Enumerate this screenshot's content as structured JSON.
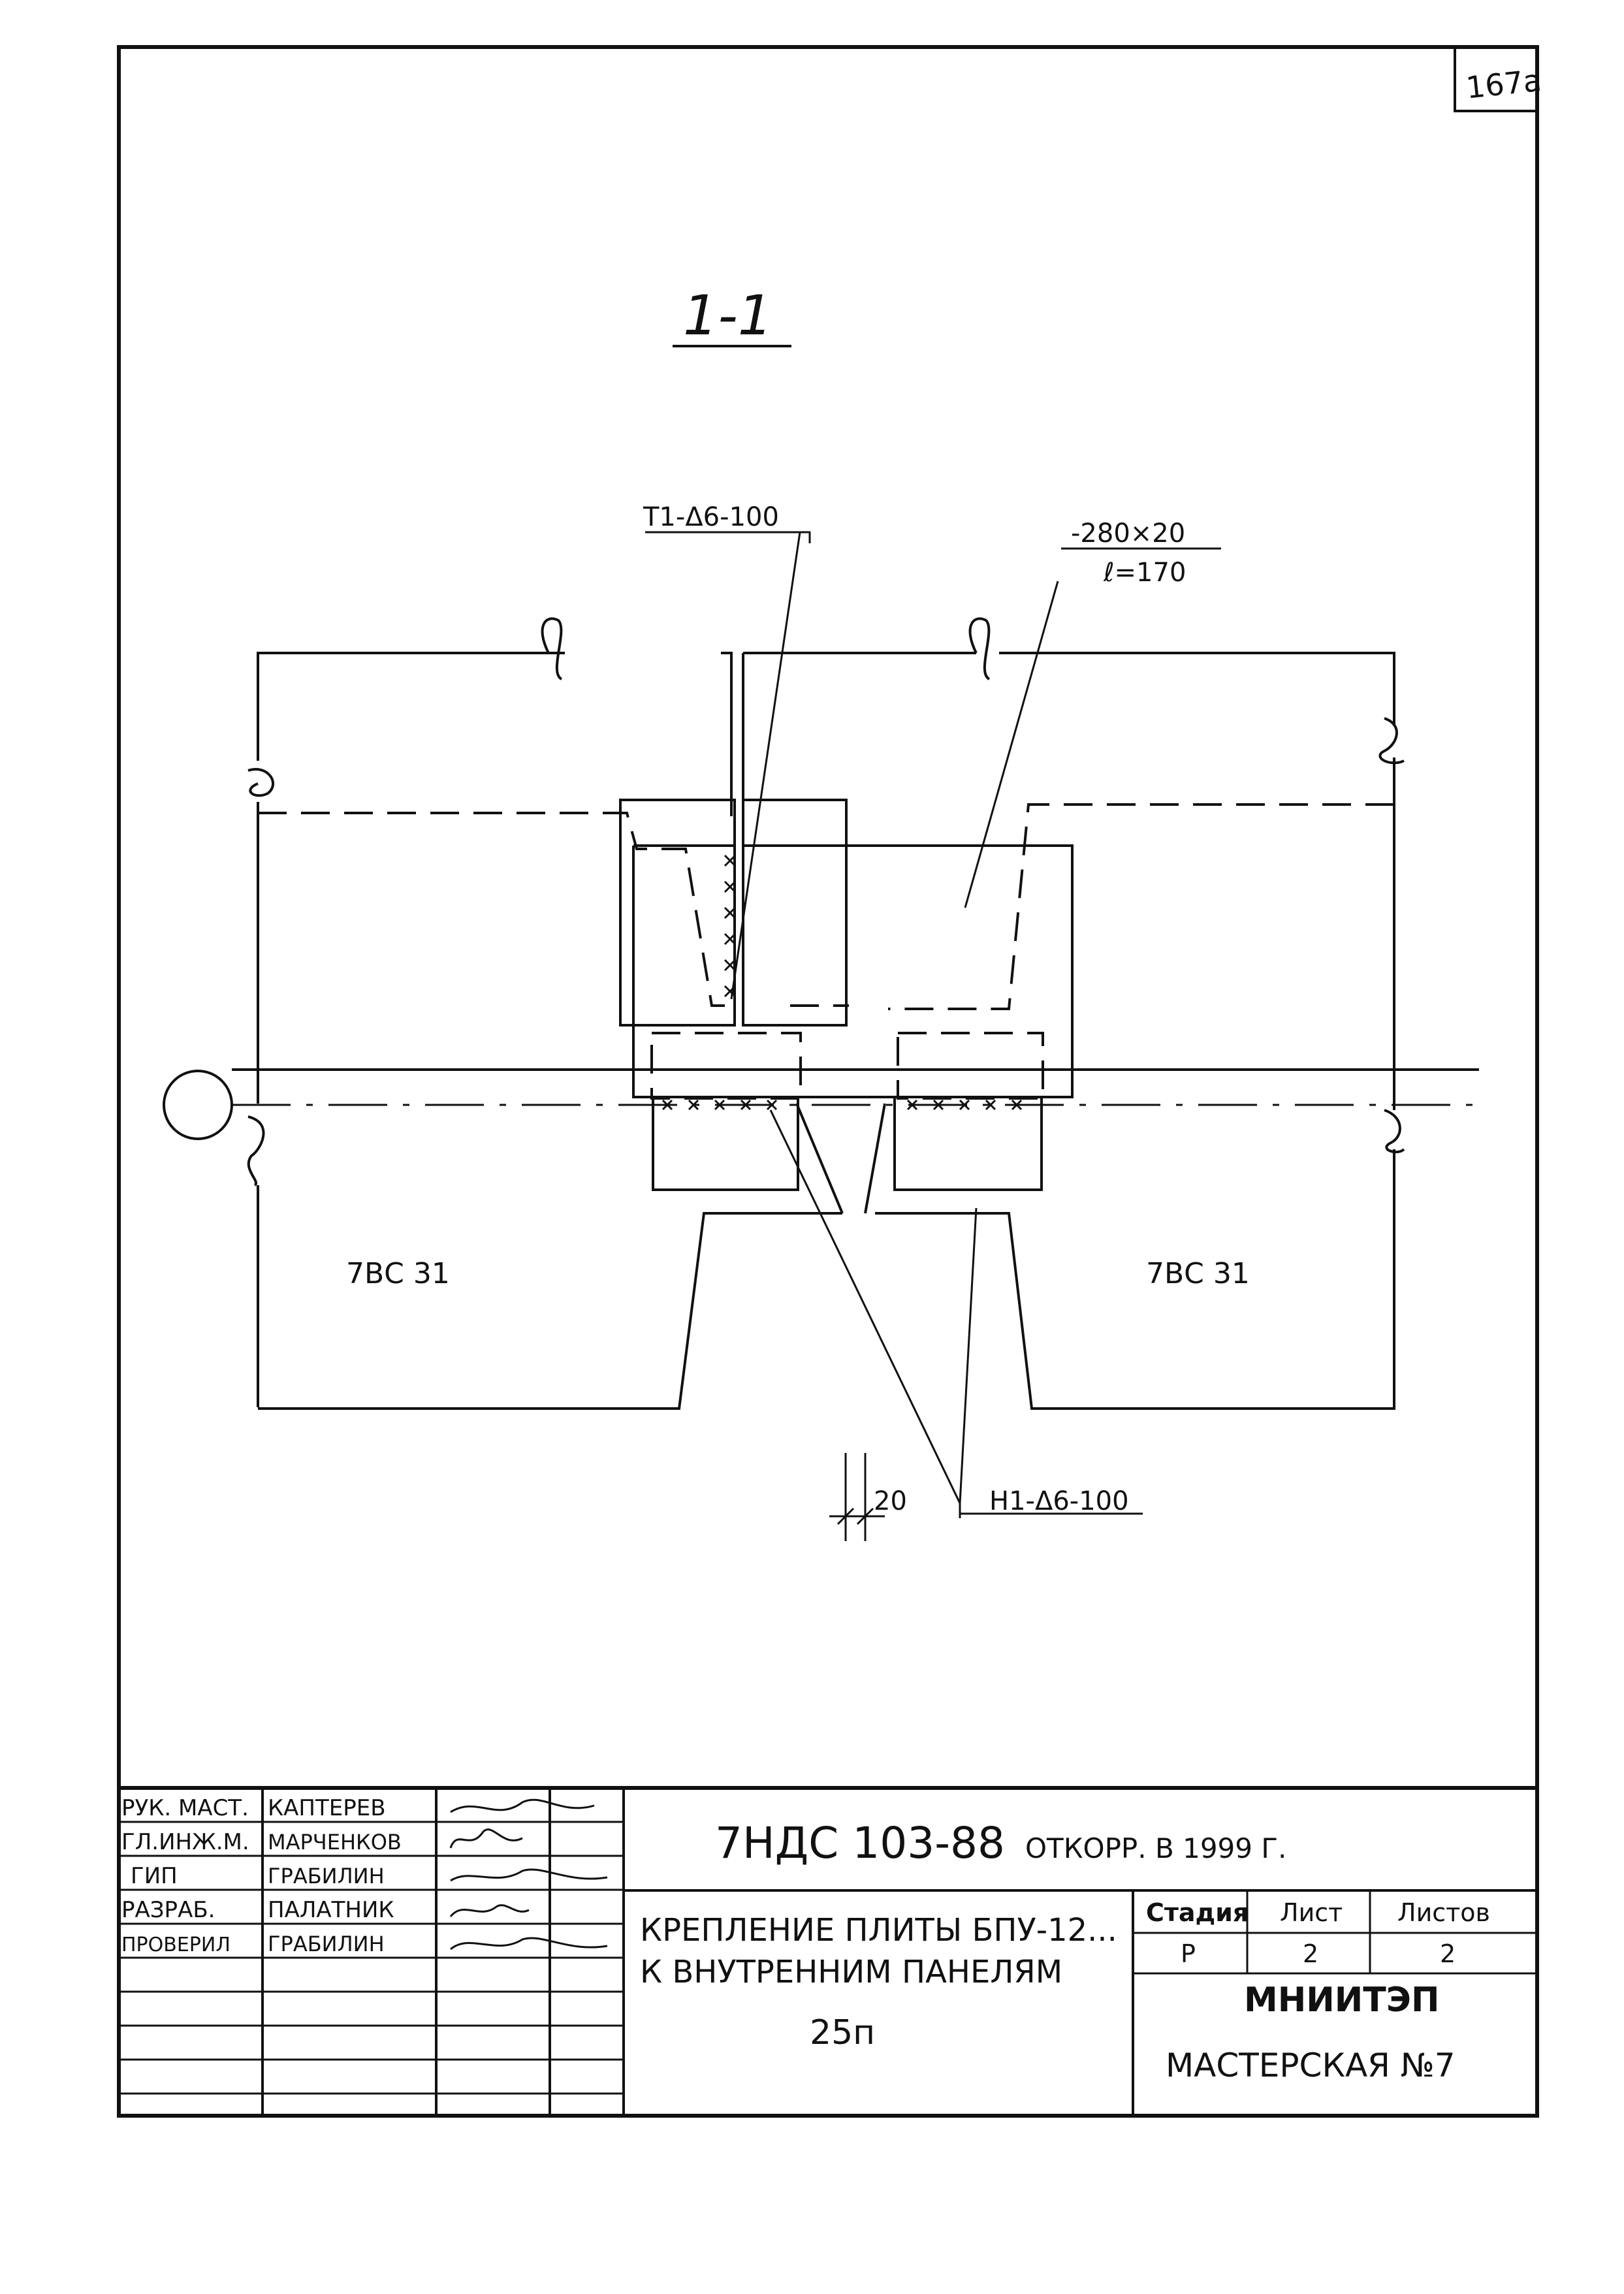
{
  "sheet_number": "167a",
  "section_title": "1-1",
  "callouts": {
    "top_left": "Т1-Δ6-100",
    "plate_dim": "-280×20",
    "plate_len": "ℓ=170",
    "bottom": "Н1-Δ6-100",
    "gap_dim": "20"
  },
  "panels": {
    "left": "7ВС 31",
    "right": "7ВС 31"
  },
  "title_block": {
    "roles": [
      "РУК. МАСТ.",
      "ГЛ.ИНЖ.М.",
      "ГИП",
      "РАЗРАБ.",
      "ПРОВЕРИЛ"
    ],
    "names": [
      "КАПТЕРЕВ",
      "МАРЧЕНКОВ",
      "ГРАБИЛИН",
      "ПАЛАТНИК",
      "ГРАБИЛИН"
    ],
    "doc_code": "7НДС 103-88",
    "revision": "ОТКОРР. В 1999 Г.",
    "drawing_title_1": "КРЕПЛЕНИЕ ПЛИТЫ БПУ-12...",
    "drawing_title_2": "К ВНУТРЕННИМ ПАНЕЛЯМ",
    "drawing_sub": "25п",
    "stage_label": "Стадия",
    "sheet_label": "Лист",
    "sheets_label": "Листов",
    "stage_value": "Р",
    "sheet_value": "2",
    "sheets_value": "2",
    "org": "МНИИТЭП",
    "workshop": "МАСТЕРСКАЯ №7"
  }
}
